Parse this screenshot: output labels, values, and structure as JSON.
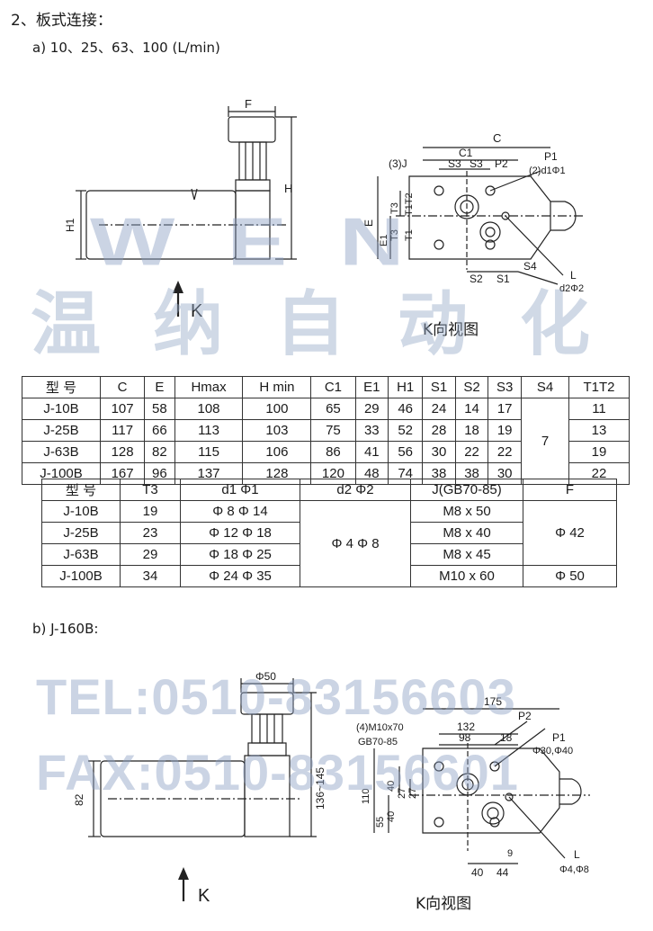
{
  "section_heading": "2、板式连接：",
  "part_a": {
    "label": "a) 10、25、63、100 (L/min)",
    "dims": {
      "F": "F",
      "H": "H",
      "H1": "H1",
      "C": "C",
      "C1": "C1",
      "S3a": "S3",
      "S3b": "S3",
      "P2": "P2",
      "P1": "P1",
      "J": "(3)J",
      "d1": "(2)d1Φ1",
      "E": "E",
      "E1": "E1",
      "T3a": "T3",
      "T1T2": "T1T2",
      "T3b": "T3",
      "T1": "T1",
      "S2": "S2",
      "S1": "S1",
      "S4": "S4",
      "L": "L",
      "d2": "d2Φ2"
    },
    "k_label": "K",
    "view_caption": "K向视图"
  },
  "table1": {
    "headers": [
      "型 号",
      "C",
      "E",
      "Hmax",
      "H min",
      "C1",
      "E1",
      "H1",
      "S1",
      "S2",
      "S3",
      "S4",
      "T1T2"
    ],
    "rows": [
      [
        "J-10B",
        "107",
        "58",
        "108",
        "100",
        "65",
        "29",
        "46",
        "24",
        "14",
        "17",
        "11"
      ],
      [
        "J-25B",
        "117",
        "66",
        "113",
        "103",
        "75",
        "33",
        "52",
        "28",
        "18",
        "19",
        "13"
      ],
      [
        "J-63B",
        "128",
        "82",
        "115",
        "106",
        "86",
        "41",
        "56",
        "30",
        "22",
        "22",
        "19"
      ],
      [
        "J-100B",
        "167",
        "96",
        "137",
        "128",
        "120",
        "48",
        "74",
        "38",
        "38",
        "30",
        "22"
      ]
    ],
    "s4_merged": "7"
  },
  "table2": {
    "headers": [
      "型 号",
      "T3",
      "d1 Φ1",
      "d2 Φ2",
      "J(GB70-85)",
      "F"
    ],
    "rows": [
      [
        "J-10B",
        "19",
        "Φ 8 Φ 14",
        "M8 x 50"
      ],
      [
        "J-25B",
        "23",
        "Φ 12 Φ 18",
        "M8 x 40"
      ],
      [
        "J-63B",
        "29",
        "Φ 18 Φ 25",
        "M8 x 45"
      ],
      [
        "J-100B",
        "34",
        "Φ 24 Φ 35",
        "M10 x 60"
      ]
    ],
    "d2_merged": "Φ 4 Φ 8",
    "f_merged": "Φ 42",
    "f_last": "Φ 50"
  },
  "part_b": {
    "label": "b) J-160B:",
    "dims": {
      "phi50": "Φ50",
      "h136": "136~145",
      "h82": "82",
      "c175": "175",
      "c132": "132",
      "c98": "98",
      "c18": "18",
      "m10": "(4)M10x70",
      "gb": "GB70-85",
      "p2": "P2",
      "p1": "P1",
      "phi3040": "Φ30,Φ40",
      "v110": "110",
      "v55": "55",
      "v40a": "40",
      "v40b": "40",
      "v27a": "27",
      "v27b": "27",
      "b9": "9",
      "b40": "40",
      "b44": "44",
      "L": "L",
      "phi48": "Φ4,Φ8"
    },
    "k_label": "K",
    "view_caption": "K向视图"
  },
  "watermark": {
    "logo": "WEN",
    "cn": "温纳自动化",
    "tel": "TEL:0510-83156603",
    "fax": "FAX:0510-83156601"
  }
}
